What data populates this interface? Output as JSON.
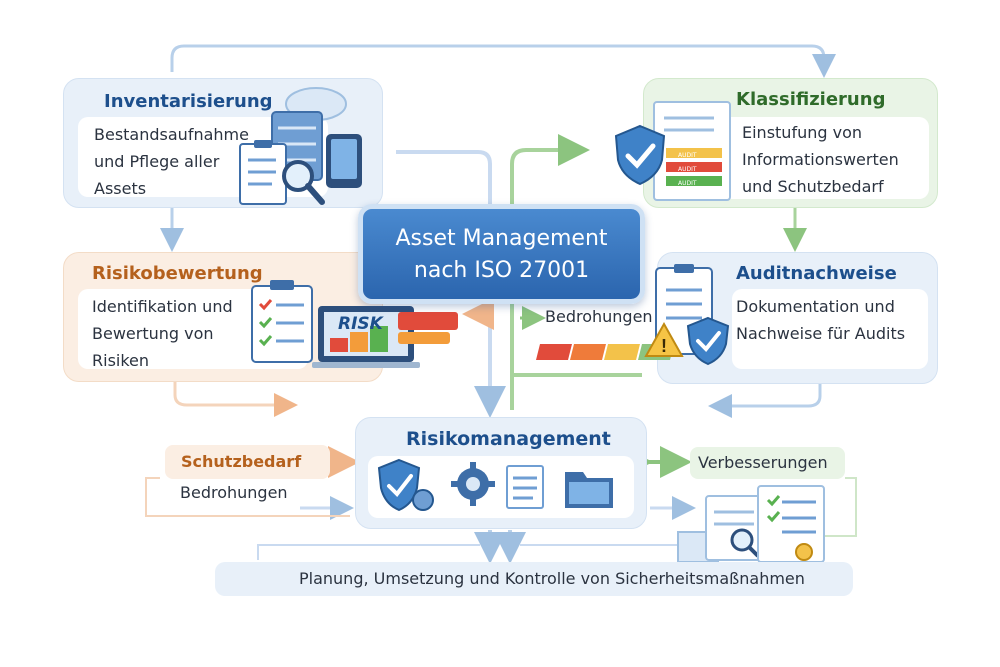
{
  "center": {
    "line1": "Asset Management",
    "line2": "nach ISO 27001"
  },
  "inventarisierung": {
    "title": "Inventarisierung",
    "lines": [
      "Bestandsaufnahme",
      "und Pflege aller",
      "Assets"
    ]
  },
  "klassifizierung": {
    "title": "Klassifizierung",
    "lines": [
      "Einstufung von",
      "Informationswerten",
      "und Schutzbedarf"
    ],
    "badges": [
      "AUDIT",
      "AUDIT",
      "AUDIT"
    ]
  },
  "risikobewertung": {
    "title": "Risikobewertung",
    "lines": [
      "Identifikation und",
      "Bewertung von",
      "Risiken"
    ],
    "screen_label": "RISK"
  },
  "auditnachweise": {
    "title": "Auditnachweise",
    "lines": [
      "Dokumentation und",
      "Nachweise für Audits"
    ]
  },
  "risikomanagement": {
    "title": "Risikomanagement"
  },
  "side_labels": {
    "schutzbedarf": "Schutzbedarf",
    "bedrohungen_left": "Bedrohungen",
    "bedrohungen_right": "Bedrohungen",
    "verbesserungen": "Verbesserungen"
  },
  "bottom": {
    "text": "Planung, Umsetzung und Kontrolle von Sicherheitsmaßnahmen"
  },
  "colors": {
    "blue": "#1d4f8c",
    "green": "#2f6b2a",
    "orange": "#b5611d",
    "center": "#2b65ae"
  },
  "icons": [
    "server-cloud-icon",
    "clipboard-checklist-icon",
    "magnifier-icon",
    "tablet-icon",
    "shield-check-icon",
    "document-icon",
    "laptop-risk-icon",
    "risk-bar-icon",
    "warning-icon",
    "gear-icon",
    "folder-icon",
    "certificate-icon"
  ]
}
